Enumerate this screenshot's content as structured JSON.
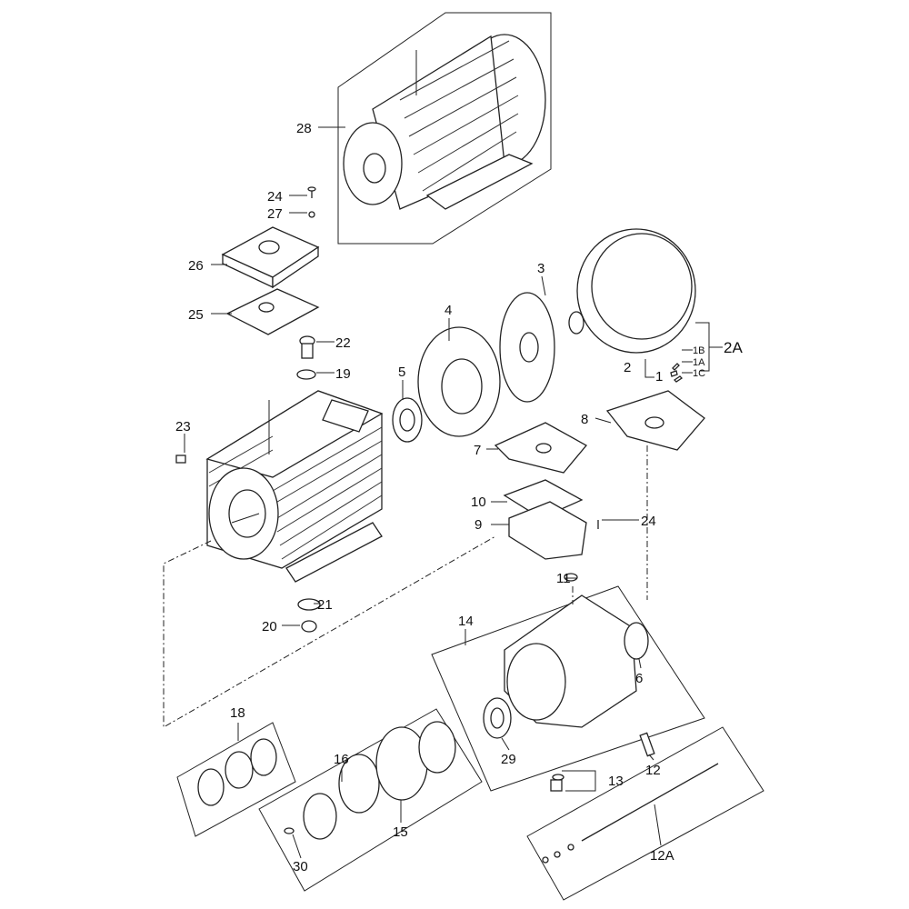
{
  "title": "Electric motor exploded parts diagram",
  "callouts": {
    "p28": "28",
    "p24a": "24",
    "p27": "27",
    "p26": "26",
    "p25": "25",
    "p22": "22",
    "p19": "19",
    "p23": "23",
    "p5": "5",
    "p4": "4",
    "p3": "3",
    "p2": "2",
    "p1": "1",
    "p1B": "1B",
    "p1A": "1A",
    "p1C": "1C",
    "p2A": "2A",
    "p8": "8",
    "p7": "7",
    "p10": "10",
    "p9": "9",
    "p24b": "24",
    "p11": "11",
    "p21": "21",
    "p20": "20",
    "p14": "14",
    "p6": "6",
    "p18": "18",
    "p16": "16",
    "p29": "29",
    "p12": "12",
    "p13": "13",
    "p15": "15",
    "p30": "30",
    "p12A": "12A"
  }
}
